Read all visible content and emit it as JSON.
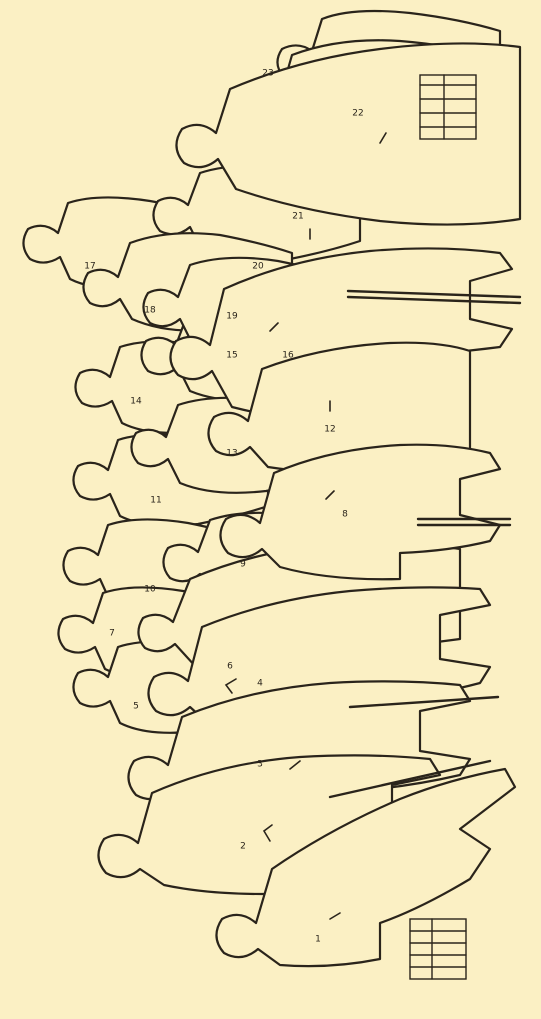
{
  "figure": {
    "background": "#fbf0c4",
    "ink": "#2a241b",
    "number_labels": [
      "1",
      "2",
      "3",
      "4",
      "5",
      "6",
      "7",
      "8",
      "9",
      "10",
      "11",
      "12",
      "13",
      "14",
      "15",
      "16",
      "17",
      "18",
      "19",
      "20",
      "21",
      "22",
      "23"
    ]
  }
}
